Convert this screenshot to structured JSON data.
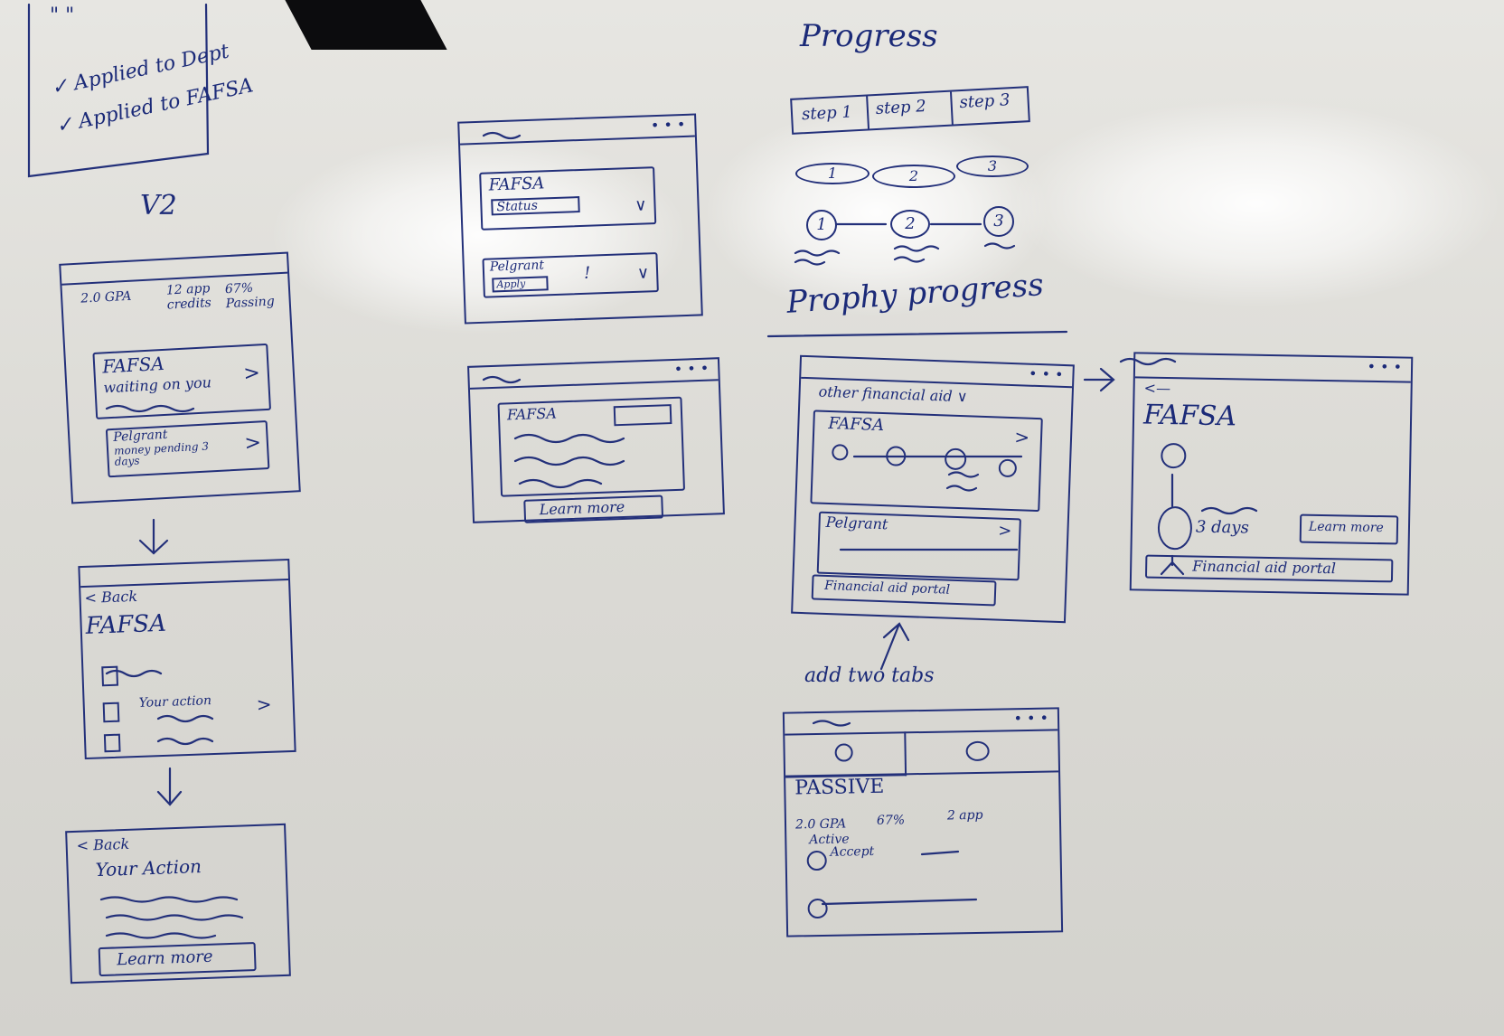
{
  "top_note": {
    "quote_marks": "\"          \"",
    "items": [
      "✓ Applied to Dept",
      "✓ Applied to FAFSA"
    ]
  },
  "v2": {
    "label": "V2",
    "dashboard": {
      "stats": [
        "2.0 GPA",
        "12 app credits",
        "67% Passing"
      ],
      "card1_title": "FAFSA",
      "card1_sub": "waiting on you",
      "card2_title": "Pelgrant",
      "card2_sub": "money pending 3 days"
    },
    "detail": {
      "back": "< Back",
      "title": "FAFSA",
      "action": "Your action"
    },
    "action_screen": {
      "back": "< Back",
      "title": "Your Action",
      "button": "Learn more"
    }
  },
  "middle": {
    "screen1": {
      "card1_title": "FAFSA",
      "card1_badge": "Status",
      "card2_title": "Pelgrant",
      "card2_badge": "Apply"
    },
    "screen2": {
      "title": "FAFSA",
      "button": "Learn more"
    }
  },
  "progress": {
    "heading": "Progress",
    "steps": [
      "step 1",
      "step 2",
      "step 3"
    ],
    "pills": [
      "1",
      "2",
      "3"
    ],
    "nodes": [
      "1",
      "2",
      "3"
    ],
    "subheading": "Prophy progress"
  },
  "aid_screen": {
    "dropdown": "other financial aid ∨",
    "card1_title": "FAFSA",
    "card2_title": "Pelgrant",
    "button": "Financial aid portal"
  },
  "fafsa_detail": {
    "back": "<—",
    "title": "FAFSA",
    "days": "3 days",
    "learn": "Learn more",
    "portal": "Financial aid portal"
  },
  "tabs_note": "add two tabs",
  "tabs_screen": {
    "section": "PASSIVE",
    "stats": [
      "2.0 GPA",
      "67%",
      "2 app"
    ],
    "active": "Active",
    "accept": "Accept"
  }
}
